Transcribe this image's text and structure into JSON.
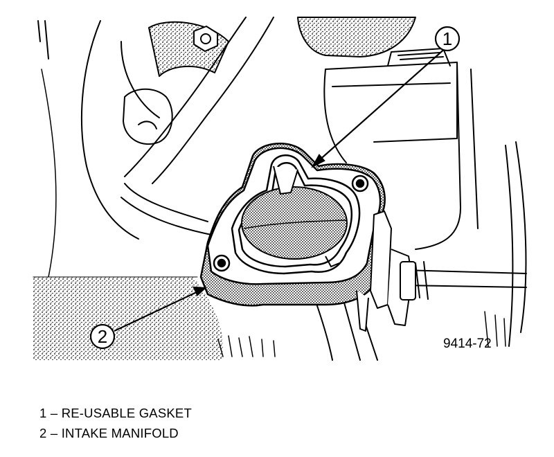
{
  "figure": {
    "id_label": "9414-72",
    "callouts": [
      {
        "number": "1",
        "target": "re-usable-gasket"
      },
      {
        "number": "2",
        "target": "intake-manifold"
      }
    ]
  },
  "legend": [
    {
      "number": "1",
      "separator": "–",
      "text": "RE-USABLE GASKET"
    },
    {
      "number": "2",
      "separator": "–",
      "text": "INTAKE MANIFOLD"
    }
  ]
}
